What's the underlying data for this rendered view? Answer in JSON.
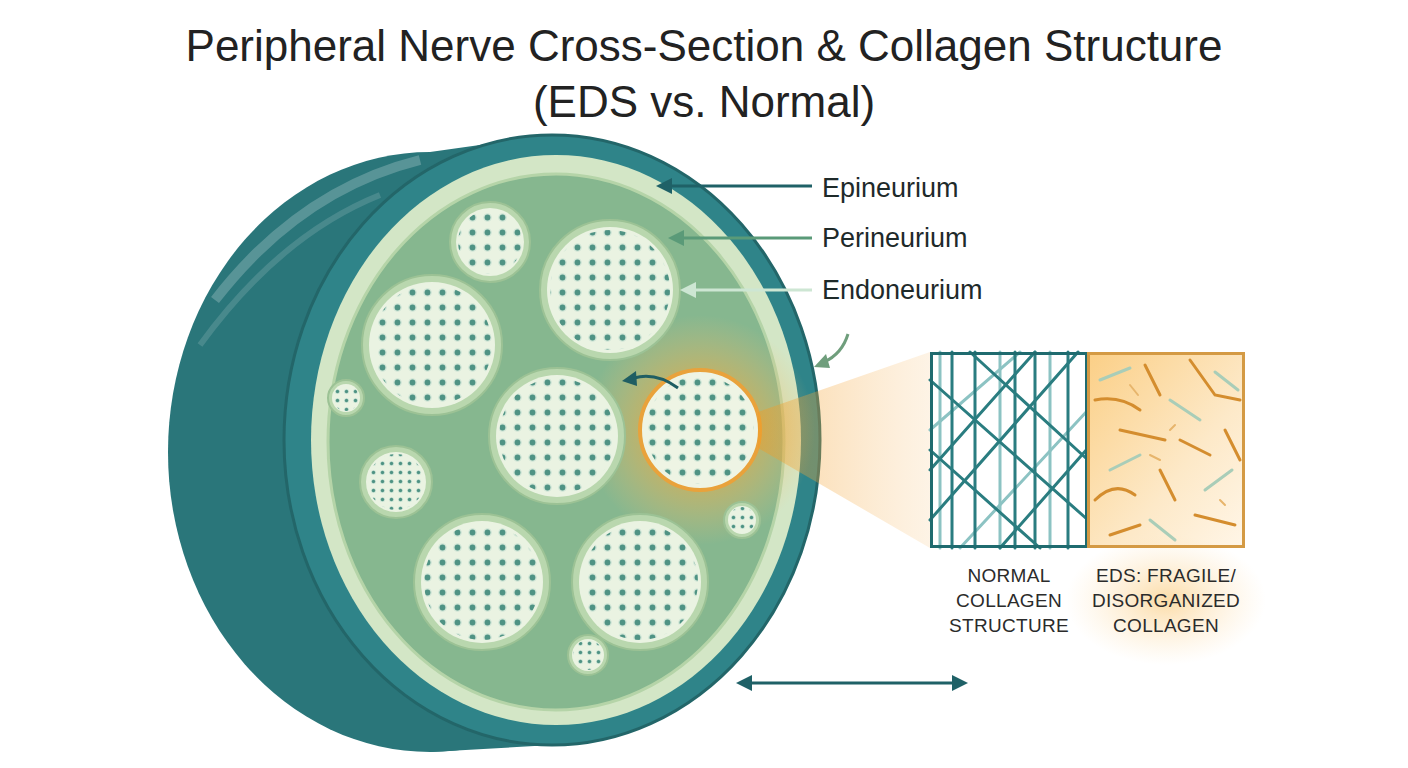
{
  "diagram": {
    "title": "Peripheral Nerve Cross-Section & Collagen Structure (EDS vs. Normal)",
    "nodes": [
      {
        "text": [
          "NORMAL COLLAGEN STRUCTURE"
        ]
      },
      {
        "text": [
          "EDS: FRAGILE/ DISORGANIZED COLLAGEN"
        ]
      }
    ],
    "labels": [
      "Epineurium",
      "Perineurium",
      "Endoneurium"
    ]
  }
}
